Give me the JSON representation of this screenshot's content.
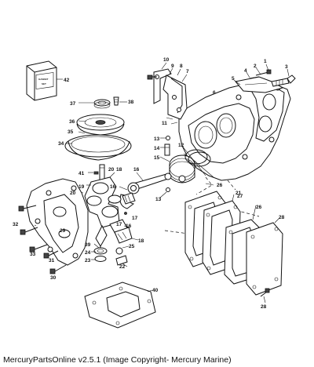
{
  "gasket_set": {
    "line1": "GASKET",
    "line2": "SET"
  },
  "callouts": [
    {
      "id": "c1",
      "text": "1"
    },
    {
      "id": "c2",
      "text": "2"
    },
    {
      "id": "c3",
      "text": "3"
    },
    {
      "id": "c4",
      "text": "4"
    },
    {
      "id": "c5",
      "text": "5"
    },
    {
      "id": "c6",
      "text": "6"
    },
    {
      "id": "c7",
      "text": "7"
    },
    {
      "id": "c8",
      "text": "8"
    },
    {
      "id": "c9",
      "text": "9"
    },
    {
      "id": "c10",
      "text": "10"
    },
    {
      "id": "c11",
      "text": "11"
    },
    {
      "id": "c12",
      "text": "12"
    },
    {
      "id": "c13a",
      "text": "13"
    },
    {
      "id": "c13b",
      "text": "13"
    },
    {
      "id": "c14",
      "text": "14"
    },
    {
      "id": "c15",
      "text": "15"
    },
    {
      "id": "c16a",
      "text": "16"
    },
    {
      "id": "c16b",
      "text": "16"
    },
    {
      "id": "c16c",
      "text": "16"
    },
    {
      "id": "c17a",
      "text": "17"
    },
    {
      "id": "c17b",
      "text": "17"
    },
    {
      "id": "c18a",
      "text": "18"
    },
    {
      "id": "c18b",
      "text": "18"
    },
    {
      "id": "c19",
      "text": "19"
    },
    {
      "id": "c20a",
      "text": "20"
    },
    {
      "id": "c20b",
      "text": "20"
    },
    {
      "id": "c21",
      "text": "21"
    },
    {
      "id": "c22",
      "text": "22"
    },
    {
      "id": "c23",
      "text": "23"
    },
    {
      "id": "c24",
      "text": "24"
    },
    {
      "id": "c25",
      "text": "25"
    },
    {
      "id": "c26a",
      "text": "26"
    },
    {
      "id": "c26b",
      "text": "26"
    },
    {
      "id": "c27",
      "text": "27"
    },
    {
      "id": "c28a",
      "text": "28"
    },
    {
      "id": "c28b",
      "text": "28"
    },
    {
      "id": "c29",
      "text": "29"
    },
    {
      "id": "c30",
      "text": "30"
    },
    {
      "id": "c31",
      "text": "31"
    },
    {
      "id": "c32",
      "text": "32"
    },
    {
      "id": "c33",
      "text": "33"
    },
    {
      "id": "c34",
      "text": "34"
    },
    {
      "id": "c35",
      "text": "35"
    },
    {
      "id": "c36",
      "text": "36"
    },
    {
      "id": "c37",
      "text": "37"
    },
    {
      "id": "c38",
      "text": "38"
    },
    {
      "id": "c39",
      "text": "39"
    },
    {
      "id": "c40",
      "text": "40"
    },
    {
      "id": "c41",
      "text": "41"
    },
    {
      "id": "c42",
      "text": "42"
    }
  ],
  "footer": "MercuryPartsOnline v2.5.1 (Image Copyright- Mercury Marine)",
  "colors": {
    "ink": "#111111",
    "background": "#ffffff"
  }
}
